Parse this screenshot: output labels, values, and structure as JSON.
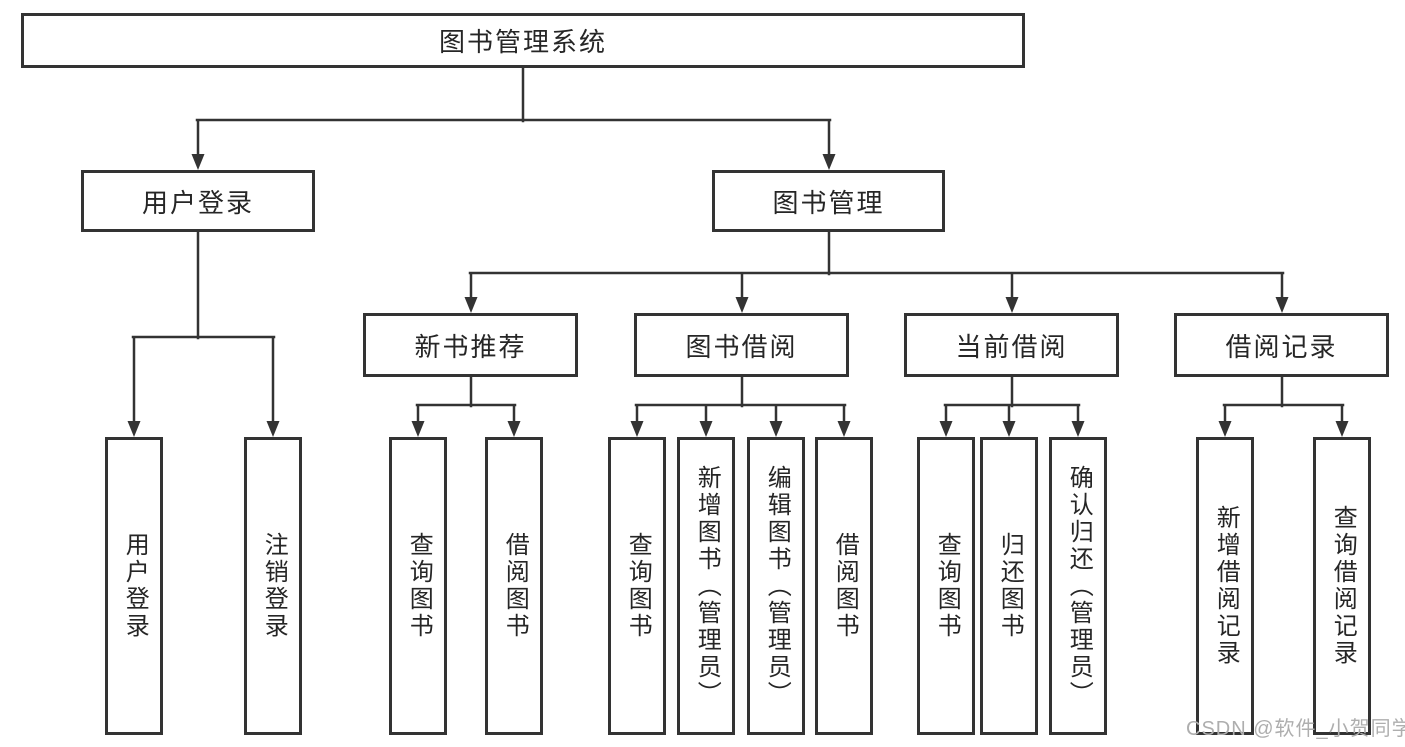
{
  "tree": {
    "root": {
      "label": "图书管理系统"
    },
    "user_login": {
      "label": "用户登录",
      "children": [
        {
          "label": "用户登录"
        },
        {
          "label": "注销登录"
        }
      ]
    },
    "book_mgmt": {
      "label": "图书管理",
      "sections": [
        {
          "label": "新书推荐",
          "children": [
            {
              "label": "查询图书"
            },
            {
              "label": "借阅图书"
            }
          ]
        },
        {
          "label": "图书借阅",
          "children": [
            {
              "label": "查询图书"
            },
            {
              "label": "新增图书（管理员）"
            },
            {
              "label": "编辑图书（管理员）"
            },
            {
              "label": "借阅图书"
            }
          ]
        },
        {
          "label": "当前借阅",
          "children": [
            {
              "label": "查询图书"
            },
            {
              "label": "归还图书"
            },
            {
              "label": "确认归还（管理员）"
            }
          ]
        },
        {
          "label": "借阅记录",
          "children": [
            {
              "label": "新增借阅记录"
            },
            {
              "label": "查询借阅记录"
            }
          ]
        }
      ]
    }
  },
  "watermark": "CSDN @软件_小贺同学",
  "colors": {
    "line": "#333333",
    "box_border": "#333333",
    "text": "#262626",
    "watermark": "#aeaeae",
    "background": "#ffffff"
  }
}
